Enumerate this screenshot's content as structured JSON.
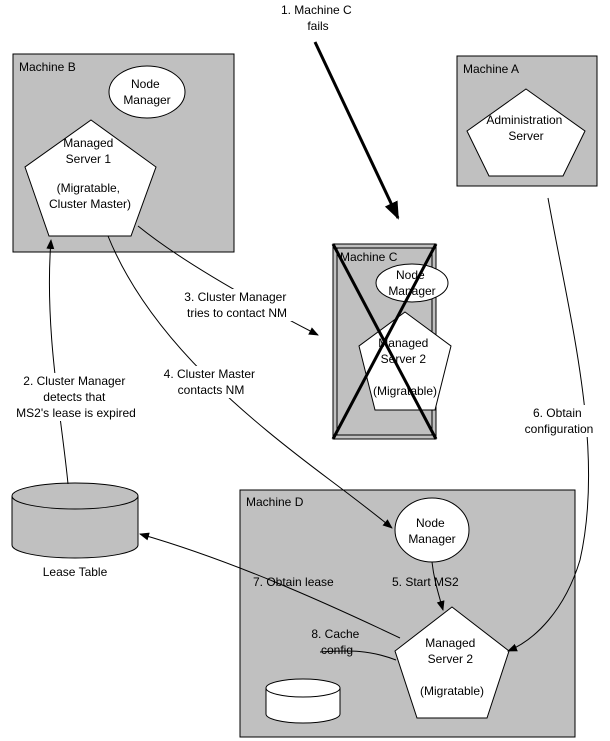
{
  "machines": {
    "machine_b": "Machine B",
    "machine_a": "Machine A",
    "machine_c": "Machine C",
    "machine_d": "Machine D"
  },
  "nodes": {
    "nm_b": [
      "Node",
      "Manager"
    ],
    "ms1": [
      "Managed",
      "Server 1",
      "",
      "(Migratable,",
      "Cluster Master)"
    ],
    "admin": [
      "Administration",
      "Server"
    ],
    "nm_c": [
      "Node",
      "Manager"
    ],
    "ms2_c": [
      "Managed",
      "Server 2",
      "",
      "(Migratable)"
    ],
    "nm_d": [
      "Node",
      "Manager"
    ],
    "ms2_d": [
      "Managed",
      "Server 2",
      "",
      "(Migratable)"
    ],
    "lease_table": "Lease Table"
  },
  "steps": {
    "s1": [
      "1. Machine C",
      "fails"
    ],
    "s2": [
      "2. Cluster Manager",
      "detects that",
      "MS2's lease is expired"
    ],
    "s3": [
      "3. Cluster Manager",
      "tries to contact NM"
    ],
    "s4": [
      "4. Cluster Master",
      "contacts NM"
    ],
    "s5": "5.  Start MS2",
    "s6": [
      "6. Obtain",
      "configuration"
    ],
    "s7": "7.  Obtain lease",
    "s8": [
      "8. Cache",
      "config"
    ]
  }
}
